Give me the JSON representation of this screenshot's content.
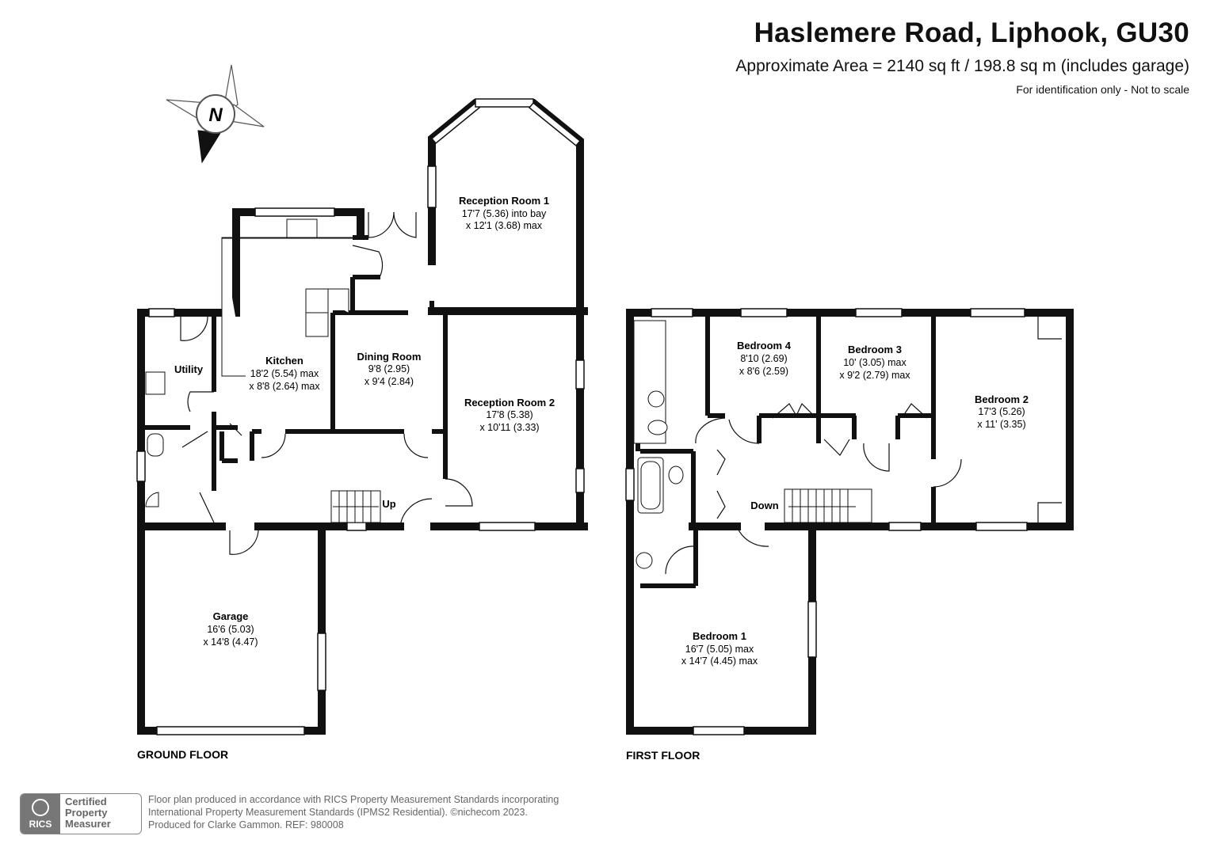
{
  "header": {
    "title": "Haslemere Road, Liphook, GU30",
    "area": "Approximate Area = 2140 sq ft / 198.8 sq m (includes garage)",
    "note": "For identification only - Not to scale"
  },
  "compass": {
    "label": "N"
  },
  "ground_floor": {
    "label": "GROUND FLOOR",
    "stairs_label": "Up",
    "rooms": {
      "reception1": {
        "name": "Reception Room 1",
        "dim1": "17'7 (5.36) into bay",
        "dim2": "x 12'1 (3.68) max"
      },
      "kitchen": {
        "name": "Kitchen",
        "dim1": "18'2 (5.54) max",
        "dim2": "x 8'8 (2.64) max"
      },
      "dining": {
        "name": "Dining Room",
        "dim1": "9'8 (2.95)",
        "dim2": "x 9'4 (2.84)"
      },
      "reception2": {
        "name": "Reception Room 2",
        "dim1": "17'8 (5.38)",
        "dim2": "x 10'11 (3.33)"
      },
      "utility": {
        "name": "Utility"
      },
      "garage": {
        "name": "Garage",
        "dim1": "16'6 (5.03)",
        "dim2": "x 14'8 (4.47)"
      }
    }
  },
  "first_floor": {
    "label": "FIRST FLOOR",
    "stairs_label": "Down",
    "rooms": {
      "bedroom4": {
        "name": "Bedroom 4",
        "dim1": "8'10 (2.69)",
        "dim2": "x 8'6 (2.59)"
      },
      "bedroom3": {
        "name": "Bedroom 3",
        "dim1": "10' (3.05) max",
        "dim2": "x 9'2 (2.79) max"
      },
      "bedroom2": {
        "name": "Bedroom 2",
        "dim1": "17'3 (5.26)",
        "dim2": "x 11' (3.35)"
      },
      "bedroom1": {
        "name": "Bedroom 1",
        "dim1": "16'7 (5.05) max",
        "dim2": "x 14'7 (4.45) max"
      }
    }
  },
  "footer": {
    "badge": {
      "logo_text": "RICS",
      "line1": "Certified",
      "line2": "Property",
      "line3": "Measurer"
    },
    "line1": "Floor plan produced in accordance with RICS Property Measurement Standards incorporating",
    "line2": "International Property Measurement Standards (IPMS2 Residential).  ©nichecom 2023.",
    "line3": "Produced for Clarke Gammon.   REF: 980008"
  },
  "colors": {
    "wall": "#111111",
    "window": "#ffffff",
    "text": "#111111",
    "footer_grey": "#666666"
  }
}
